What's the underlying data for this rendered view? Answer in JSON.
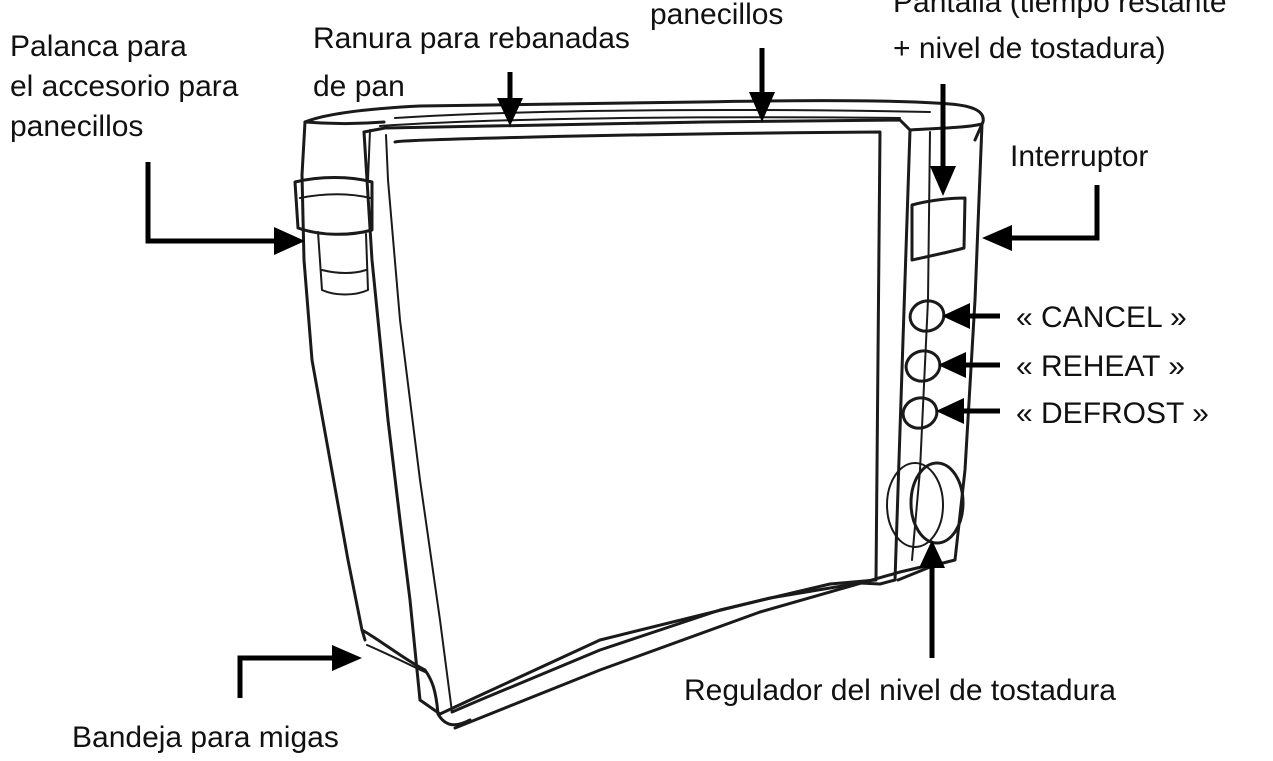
{
  "labels": {
    "lever_line1": "Palanca para",
    "lever_line2": "el accesorio para",
    "lever_line3": "panecillos",
    "slot_line1": "Ranura para rebanadas",
    "slot_line2": "de pan",
    "bun_top": "panecillos",
    "display_line1": "Pantalla (tiempo restante",
    "display_line2": "+ nivel de tostadura)",
    "switch": "Interruptor",
    "cancel": "« CANCEL »",
    "reheat": "« REHEAT »",
    "defrost": "« DEFROST »",
    "knob": "Regulador del nivel de tostadura",
    "crumb_tray": "Bandeja para migas"
  }
}
